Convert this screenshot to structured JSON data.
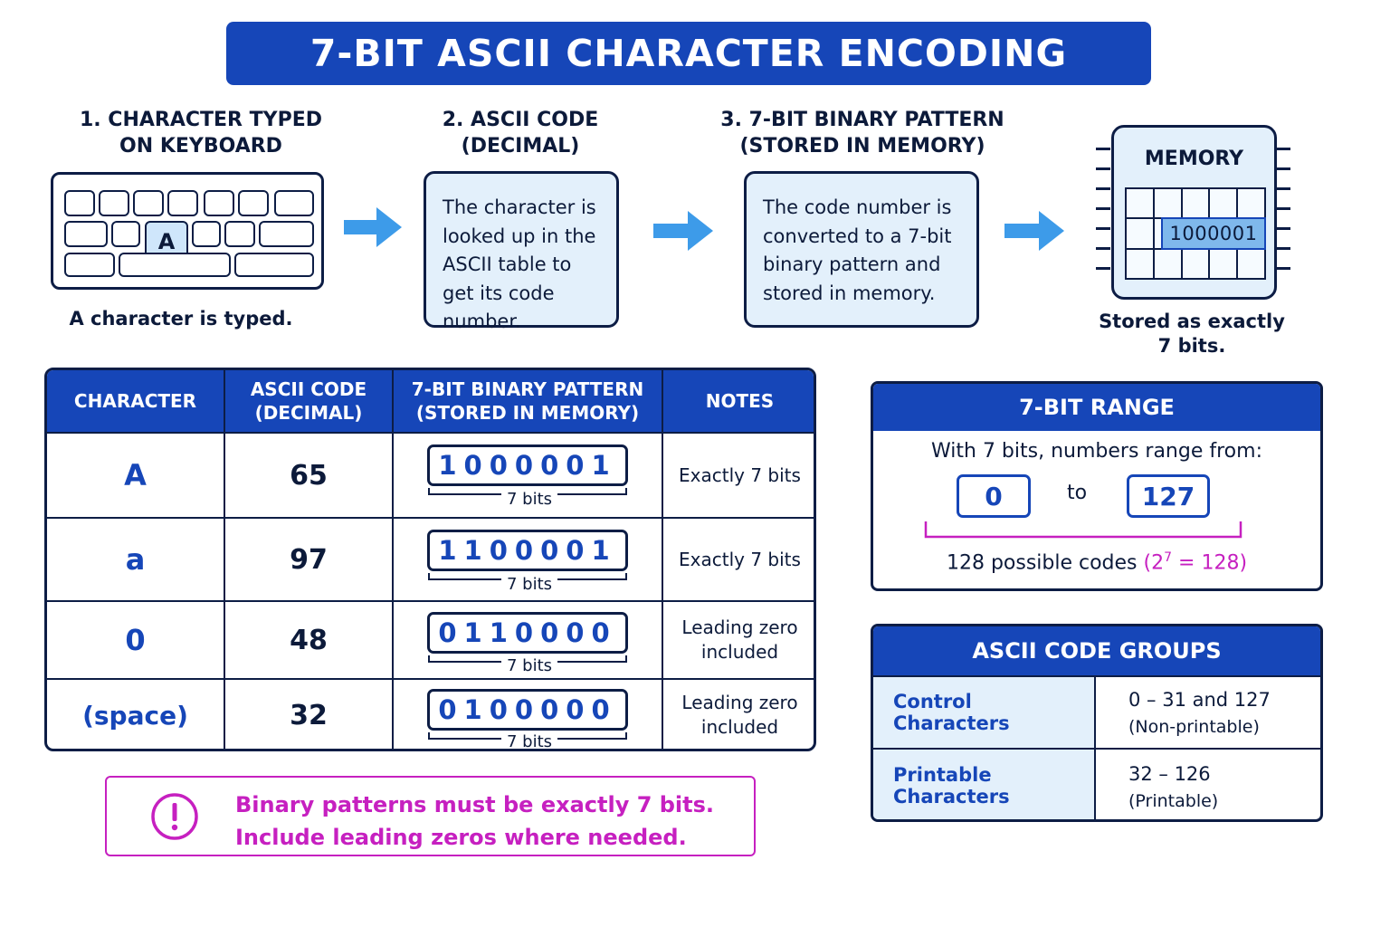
{
  "title": "7-BIT ASCII CHARACTER ENCODING",
  "steps": [
    {
      "heading": "1. CHARACTER TYPED\nON KEYBOARD",
      "caption": "A character is typed.",
      "key_label": "A"
    },
    {
      "heading": "2. ASCII CODE\n(DECIMAL)",
      "text": "The character is looked up in the ASCII table to get its code number."
    },
    {
      "heading": "3. 7-BIT BINARY PATTERN\n(STORED IN MEMORY)",
      "text": "The code number is converted to a 7-bit binary pattern and stored in memory."
    },
    {
      "heading": "MEMORY",
      "value": "1000001",
      "caption": "Stored as exactly\n7 bits."
    }
  ],
  "table": {
    "headers": [
      "CHARACTER",
      "ASCII CODE\n(DECIMAL)",
      "7-BIT BINARY PATTERN\n(STORED IN MEMORY)",
      "NOTES"
    ],
    "bits_label": "7 bits",
    "rows": [
      {
        "char": "A",
        "decimal": "65",
        "binary": "1000001",
        "note": "Exactly 7 bits"
      },
      {
        "char": "a",
        "decimal": "97",
        "binary": "1100001",
        "note": "Exactly 7 bits"
      },
      {
        "char": "0",
        "decimal": "48",
        "binary": "0110000",
        "note": "Leading zero\nincluded"
      },
      {
        "char": "(space)",
        "decimal": "32",
        "binary": "0100000",
        "note": "Leading zero\nincluded"
      }
    ]
  },
  "warning": {
    "line1": "Binary patterns must be exactly 7 bits.",
    "line2": "Include leading zeros where needed."
  },
  "range": {
    "heading": "7-BIT RANGE",
    "intro": "With 7 bits, numbers range from:",
    "min": "0",
    "to": "to",
    "max": "127",
    "count_text": "128 possible codes ",
    "formula_open": "(2",
    "formula_exp": "7",
    "formula_close": " = 128)"
  },
  "groups": {
    "heading": "ASCII CODE GROUPS",
    "rows": [
      {
        "name": "Control Characters",
        "range": "0 – 31 and 127",
        "desc": "(Non-printable)"
      },
      {
        "name": "Printable Characters",
        "range": "32 – 126",
        "desc": "(Printable)"
      }
    ]
  },
  "colors": {
    "accent": "#1646b8",
    "highlight": "#c620c0",
    "box_fill": "#e3f0fb",
    "arrow": "#3d9be9"
  }
}
